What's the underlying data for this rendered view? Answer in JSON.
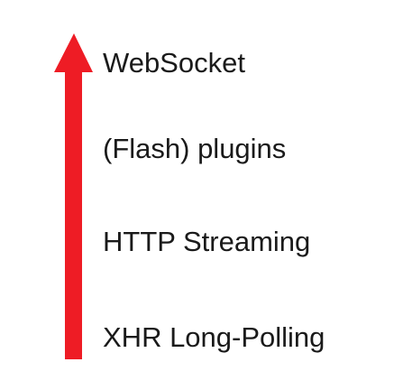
{
  "diagram": {
    "items": [
      {
        "label": "WebSocket"
      },
      {
        "label": "(Flash) plugins"
      },
      {
        "label": "HTTP Streaming"
      },
      {
        "label": "XHR Long-Polling"
      }
    ],
    "arrow_direction": "up",
    "arrow_color": "#ee1c25",
    "text_color": "#1a1a1a"
  }
}
